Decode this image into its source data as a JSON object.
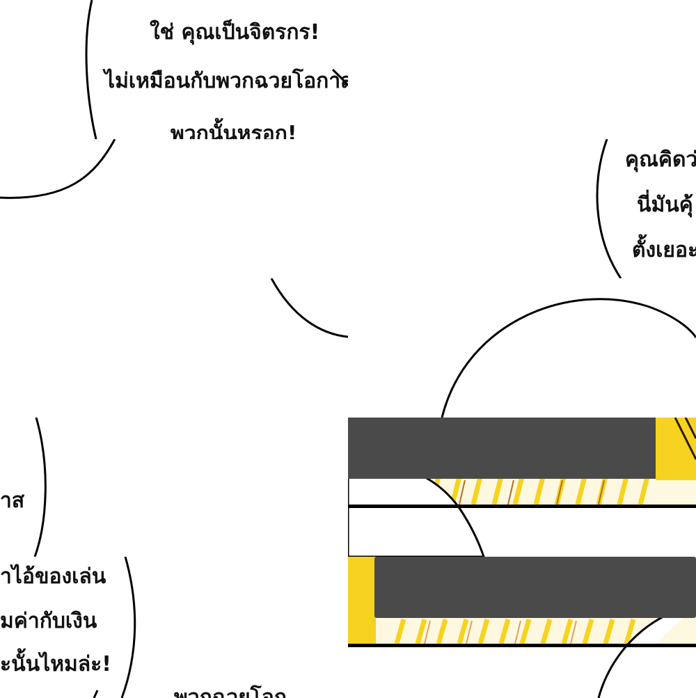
{
  "panels": {
    "top_left": {
      "lines": [
        "ใช่ คุณเป็นจิตรกร!",
        "ไม่เหมือนกับพวกฉวยโอกาส",
        "พวกนั้นหรอก!"
      ]
    },
    "top_right": {
      "lines": [
        "คุณคิดว่",
        "นี่มันคุ้",
        "ตั้งเยอะ"
      ]
    },
    "bottom_left": {
      "lines": [
        "าส",
        "ำไอ้ของเล่น",
        "มค่ากับเงิน",
        "ะนั้นไหมล่ะ!",
        "พวกฉวยโอก"
      ]
    }
  },
  "colors": {
    "bubble_stroke": "#000000",
    "bar": "#4a4a4a",
    "speedline_yellow": "#f5d320",
    "speedline_orange": "#e0a060"
  }
}
